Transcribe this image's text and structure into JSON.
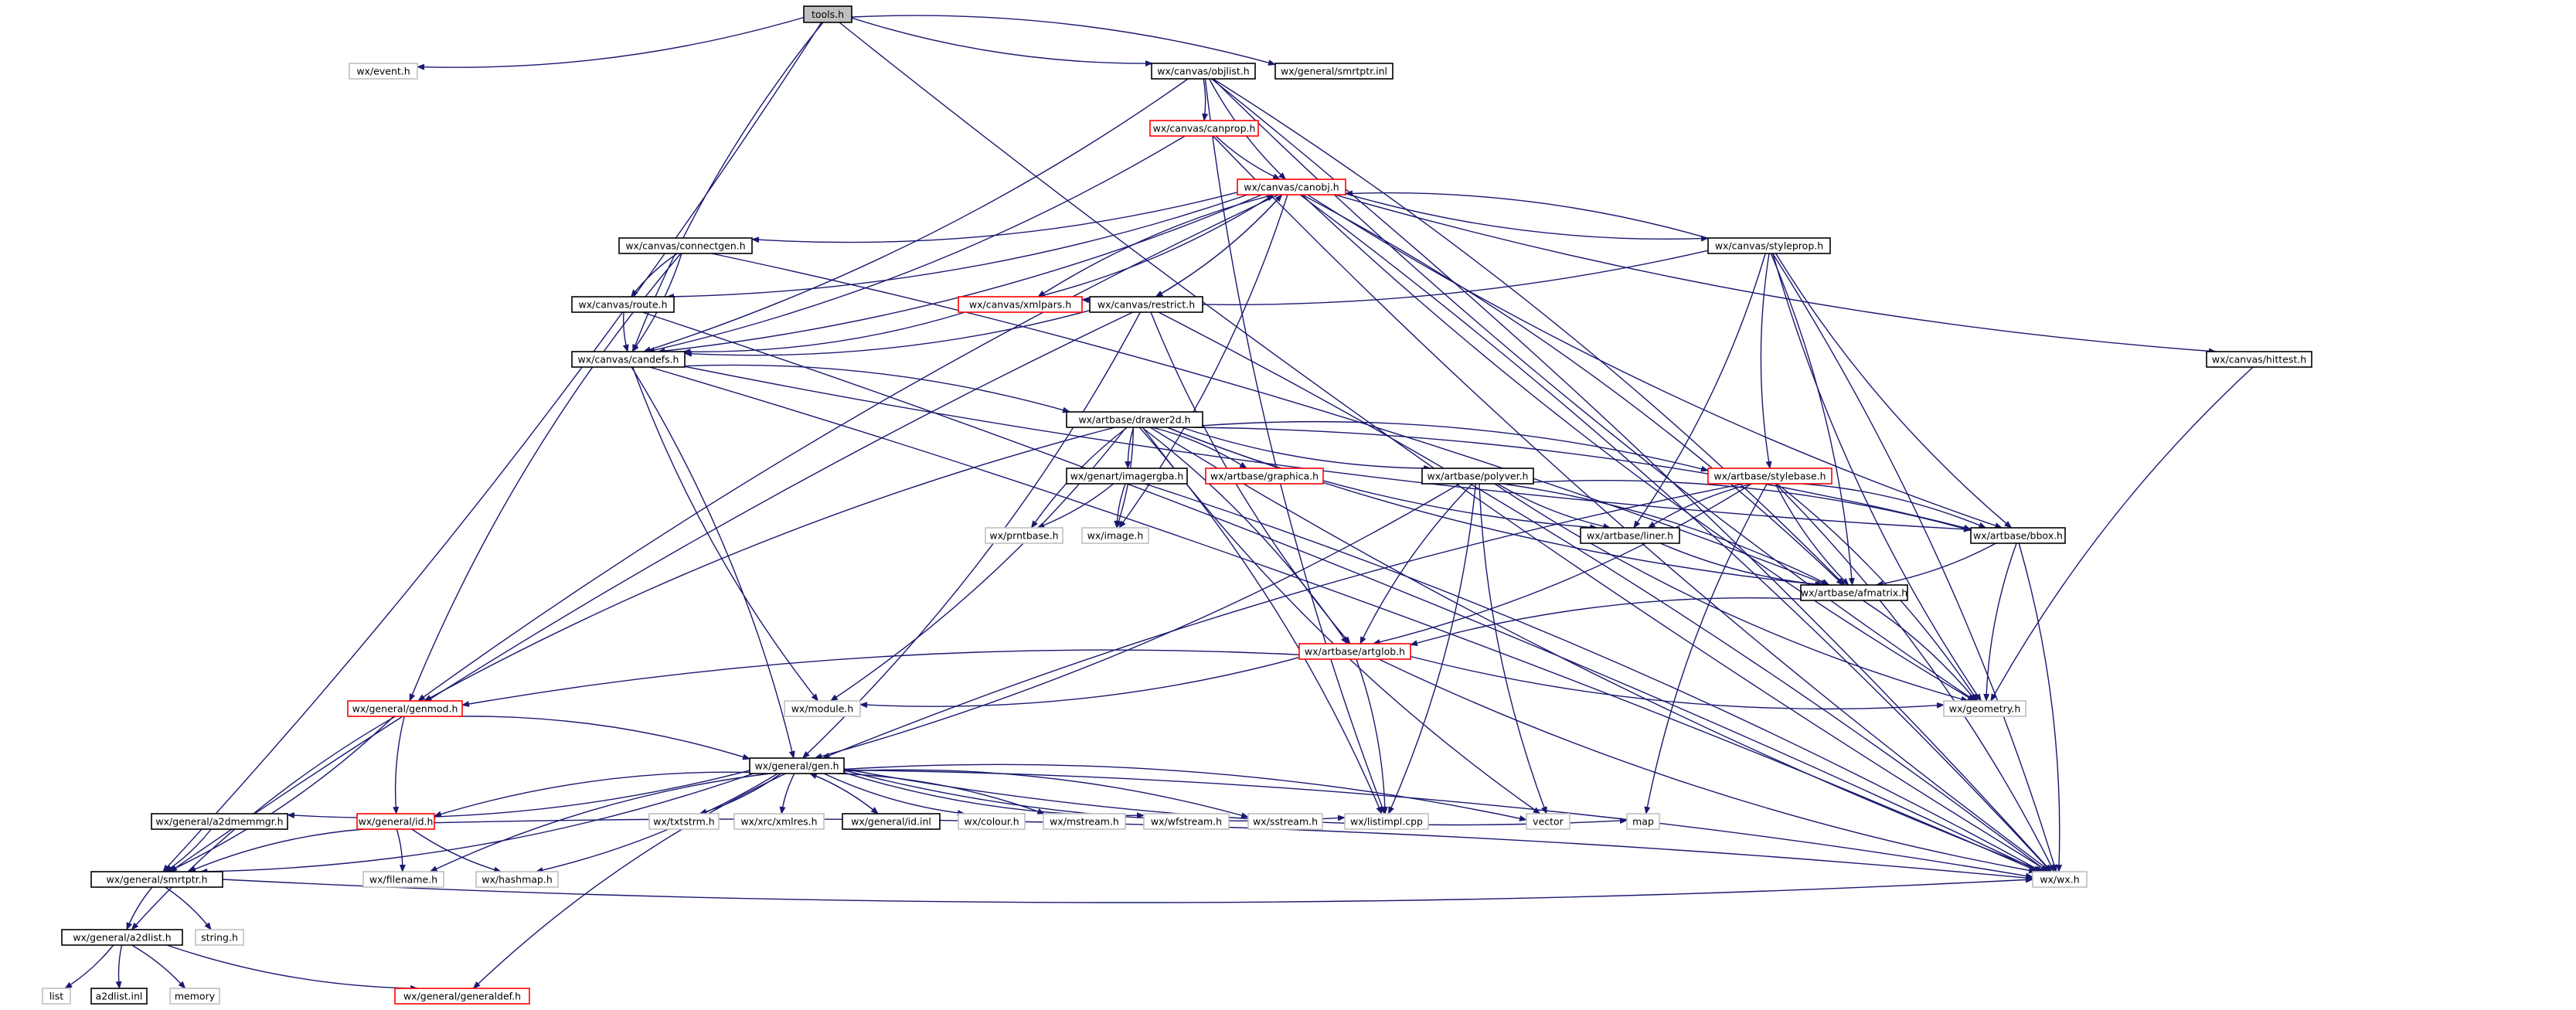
{
  "colors": {
    "edge": "#191970",
    "border_normal": "#000000",
    "border_truncated": "#ff0000",
    "border_external": "#bfbfbf",
    "root_fill": "#bfbfbf"
  },
  "nodes": [
    {
      "id": "tools_h",
      "label": "tools.h",
      "style": "root"
    },
    {
      "id": "wx_event_h",
      "label": "wx/event.h",
      "style": "gray"
    },
    {
      "id": "objlist_h",
      "label": "wx/canvas/objlist.h",
      "style": "black"
    },
    {
      "id": "smrtptr_inl",
      "label": "wx/general/smrtptr.inl",
      "style": "black"
    },
    {
      "id": "canprop_h",
      "label": "wx/canvas/canprop.h",
      "style": "red"
    },
    {
      "id": "canobj_h",
      "label": "wx/canvas/canobj.h",
      "style": "red"
    },
    {
      "id": "connectgen_h",
      "label": "wx/canvas/connectgen.h",
      "style": "black"
    },
    {
      "id": "styleprop_h",
      "label": "wx/canvas/styleprop.h",
      "style": "black"
    },
    {
      "id": "route_h",
      "label": "wx/canvas/route.h",
      "style": "black"
    },
    {
      "id": "xmlpars_h",
      "label": "wx/canvas/xmlpars.h",
      "style": "red"
    },
    {
      "id": "restrict_h",
      "label": "wx/canvas/restrict.h",
      "style": "black"
    },
    {
      "id": "hittest_h",
      "label": "wx/canvas/hittest.h",
      "style": "black"
    },
    {
      "id": "candefs_h",
      "label": "wx/canvas/candefs.h",
      "style": "black"
    },
    {
      "id": "drawer2d_h",
      "label": "wx/artbase/drawer2d.h",
      "style": "black"
    },
    {
      "id": "imagergba_h",
      "label": "wx/genart/imagergba.h",
      "style": "black"
    },
    {
      "id": "graphica_h",
      "label": "wx/artbase/graphica.h",
      "style": "red"
    },
    {
      "id": "polyver_h",
      "label": "wx/artbase/polyver.h",
      "style": "black"
    },
    {
      "id": "stylebase_h",
      "label": "wx/artbase/stylebase.h",
      "style": "red"
    },
    {
      "id": "prntbase_h",
      "label": "wx/prntbase.h",
      "style": "gray"
    },
    {
      "id": "image_h",
      "label": "wx/image.h",
      "style": "gray"
    },
    {
      "id": "liner_h",
      "label": "wx/artbase/liner.h",
      "style": "black"
    },
    {
      "id": "bbox_h",
      "label": "wx/artbase/bbox.h",
      "style": "black"
    },
    {
      "id": "afmatrix_h",
      "label": "wx/artbase/afmatrix.h",
      "style": "black"
    },
    {
      "id": "artglob_h",
      "label": "wx/artbase/artglob.h",
      "style": "red"
    },
    {
      "id": "genmod_h",
      "label": "wx/general/genmod.h",
      "style": "red"
    },
    {
      "id": "module_h",
      "label": "wx/module.h",
      "style": "gray"
    },
    {
      "id": "geometry_h",
      "label": "wx/geometry.h",
      "style": "gray"
    },
    {
      "id": "gen_h",
      "label": "wx/general/gen.h",
      "style": "black"
    },
    {
      "id": "a2dmemmgr_h",
      "label": "wx/general/a2dmemmgr.h",
      "style": "black"
    },
    {
      "id": "id_h",
      "label": "wx/general/id.h",
      "style": "red"
    },
    {
      "id": "txtstrm_h",
      "label": "wx/txtstrm.h",
      "style": "gray"
    },
    {
      "id": "xmlres_h",
      "label": "wx/xrc/xmlres.h",
      "style": "gray"
    },
    {
      "id": "id_inl",
      "label": "wx/general/id.inl",
      "style": "black"
    },
    {
      "id": "colour_h",
      "label": "wx/colour.h",
      "style": "gray"
    },
    {
      "id": "mstream_h",
      "label": "wx/mstream.h",
      "style": "gray"
    },
    {
      "id": "wfstream_h",
      "label": "wx/wfstream.h",
      "style": "gray"
    },
    {
      "id": "sstream_h",
      "label": "wx/sstream.h",
      "style": "gray"
    },
    {
      "id": "listimpl_cpp",
      "label": "wx/listimpl.cpp",
      "style": "gray"
    },
    {
      "id": "vector",
      "label": "vector",
      "style": "gray"
    },
    {
      "id": "map",
      "label": "map",
      "style": "gray"
    },
    {
      "id": "smrtptr_h",
      "label": "wx/general/smrtptr.h",
      "style": "black"
    },
    {
      "id": "filename_h",
      "label": "wx/filename.h",
      "style": "gray"
    },
    {
      "id": "hashmap_h",
      "label": "wx/hashmap.h",
      "style": "gray"
    },
    {
      "id": "wx_h",
      "label": "wx/wx.h",
      "style": "gray"
    },
    {
      "id": "string_h",
      "label": "string.h",
      "style": "gray"
    },
    {
      "id": "a2dlist_h",
      "label": "wx/general/a2dlist.h",
      "style": "black"
    },
    {
      "id": "list",
      "label": "list",
      "style": "gray"
    },
    {
      "id": "a2dlist_inl",
      "label": "a2dlist.inl",
      "style": "black"
    },
    {
      "id": "memory",
      "label": "memory",
      "style": "gray"
    },
    {
      "id": "generaldef_h",
      "label": "wx/general/generaldef.h",
      "style": "red"
    }
  ],
  "edges": [
    [
      "tools_h",
      "wx_event_h"
    ],
    [
      "tools_h",
      "objlist_h"
    ],
    [
      "tools_h",
      "smrtptr_inl"
    ],
    [
      "tools_h",
      "candefs_h"
    ],
    [
      "tools_h",
      "smrtptr_h"
    ],
    [
      "tools_h",
      "wx_h"
    ],
    [
      "objlist_h",
      "canprop_h"
    ],
    [
      "objlist_h",
      "canobj_h"
    ],
    [
      "objlist_h",
      "candefs_h"
    ],
    [
      "objlist_h",
      "listimpl_cpp"
    ],
    [
      "objlist_h",
      "afmatrix_h"
    ],
    [
      "objlist_h",
      "geometry_h"
    ],
    [
      "objlist_h",
      "wx_h"
    ],
    [
      "canprop_h",
      "canobj_h"
    ],
    [
      "canprop_h",
      "candefs_h"
    ],
    [
      "canprop_h",
      "wx_h"
    ],
    [
      "canobj_h",
      "connectgen_h"
    ],
    [
      "canobj_h",
      "styleprop_h"
    ],
    [
      "canobj_h",
      "route_h"
    ],
    [
      "canobj_h",
      "xmlpars_h"
    ],
    [
      "canobj_h",
      "restrict_h"
    ],
    [
      "canobj_h",
      "hittest_h"
    ],
    [
      "canobj_h",
      "candefs_h"
    ],
    [
      "canobj_h",
      "genmod_h"
    ],
    [
      "canobj_h",
      "image_h"
    ],
    [
      "canobj_h",
      "bbox_h"
    ],
    [
      "canobj_h",
      "afmatrix_h"
    ],
    [
      "canobj_h",
      "geometry_h"
    ],
    [
      "canobj_h",
      "wx_h"
    ],
    [
      "connectgen_h",
      "route_h"
    ],
    [
      "connectgen_h",
      "candefs_h"
    ],
    [
      "connectgen_h",
      "genmod_h"
    ],
    [
      "connectgen_h",
      "afmatrix_h"
    ],
    [
      "styleprop_h",
      "canobj_h"
    ],
    [
      "styleprop_h",
      "xmlpars_h"
    ],
    [
      "styleprop_h",
      "stylebase_h"
    ],
    [
      "styleprop_h",
      "liner_h"
    ],
    [
      "styleprop_h",
      "bbox_h"
    ],
    [
      "styleprop_h",
      "afmatrix_h"
    ],
    [
      "styleprop_h",
      "geometry_h"
    ],
    [
      "styleprop_h",
      "wx_h"
    ],
    [
      "route_h",
      "candefs_h"
    ],
    [
      "route_h",
      "wx_h"
    ],
    [
      "xmlpars_h",
      "canobj_h"
    ],
    [
      "xmlpars_h",
      "candefs_h"
    ],
    [
      "restrict_h",
      "canobj_h"
    ],
    [
      "restrict_h",
      "candefs_h"
    ],
    [
      "restrict_h",
      "artglob_h"
    ],
    [
      "restrict_h",
      "gen_h"
    ],
    [
      "restrict_h",
      "smrtptr_h"
    ],
    [
      "restrict_h",
      "wx_h"
    ],
    [
      "hittest_h",
      "geometry_h"
    ],
    [
      "candefs_h",
      "drawer2d_h"
    ],
    [
      "candefs_h",
      "module_h"
    ],
    [
      "candefs_h",
      "gen_h"
    ],
    [
      "candefs_h",
      "bbox_h"
    ],
    [
      "candefs_h",
      "wx_h"
    ],
    [
      "drawer2d_h",
      "imagergba_h"
    ],
    [
      "drawer2d_h",
      "graphica_h"
    ],
    [
      "drawer2d_h",
      "polyver_h"
    ],
    [
      "drawer2d_h",
      "stylebase_h"
    ],
    [
      "drawer2d_h",
      "prntbase_h"
    ],
    [
      "drawer2d_h",
      "image_h"
    ],
    [
      "drawer2d_h",
      "liner_h"
    ],
    [
      "drawer2d_h",
      "bbox_h"
    ],
    [
      "drawer2d_h",
      "afmatrix_h"
    ],
    [
      "drawer2d_h",
      "artglob_h"
    ],
    [
      "drawer2d_h",
      "genmod_h"
    ],
    [
      "drawer2d_h",
      "module_h"
    ],
    [
      "drawer2d_h",
      "vector"
    ],
    [
      "drawer2d_h",
      "listimpl_cpp"
    ],
    [
      "drawer2d_h",
      "wx_h"
    ],
    [
      "imagergba_h",
      "prntbase_h"
    ],
    [
      "imagergba_h",
      "image_h"
    ],
    [
      "imagergba_h",
      "wx_h"
    ],
    [
      "polyver_h",
      "liner_h"
    ],
    [
      "polyver_h",
      "afmatrix_h"
    ],
    [
      "polyver_h",
      "artglob_h"
    ],
    [
      "polyver_h",
      "gen_h"
    ],
    [
      "polyver_h",
      "geometry_h"
    ],
    [
      "polyver_h",
      "bbox_h"
    ],
    [
      "polyver_h",
      "vector"
    ],
    [
      "polyver_h",
      "listimpl_cpp"
    ],
    [
      "stylebase_h",
      "liner_h"
    ],
    [
      "stylebase_h",
      "bbox_h"
    ],
    [
      "stylebase_h",
      "afmatrix_h"
    ],
    [
      "stylebase_h",
      "artglob_h"
    ],
    [
      "stylebase_h",
      "gen_h"
    ],
    [
      "stylebase_h",
      "geometry_h"
    ],
    [
      "stylebase_h",
      "map"
    ],
    [
      "stylebase_h",
      "wx_h"
    ],
    [
      "liner_h",
      "afmatrix_h"
    ],
    [
      "bbox_h",
      "afmatrix_h"
    ],
    [
      "bbox_h",
      "geometry_h"
    ],
    [
      "bbox_h",
      "wx_h"
    ],
    [
      "afmatrix_h",
      "artglob_h"
    ],
    [
      "afmatrix_h",
      "geometry_h"
    ],
    [
      "artglob_h",
      "genmod_h"
    ],
    [
      "artglob_h",
      "module_h"
    ],
    [
      "artglob_h",
      "geometry_h"
    ],
    [
      "artglob_h",
      "listimpl_cpp"
    ],
    [
      "artglob_h",
      "wx_h"
    ],
    [
      "genmod_h",
      "gen_h"
    ],
    [
      "genmod_h",
      "id_h"
    ],
    [
      "genmod_h",
      "smrtptr_h"
    ],
    [
      "genmod_h",
      "a2dlist_h"
    ],
    [
      "gen_h",
      "a2dmemmgr_h"
    ],
    [
      "gen_h",
      "id_h"
    ],
    [
      "gen_h",
      "txtstrm_h"
    ],
    [
      "gen_h",
      "xmlres_h"
    ],
    [
      "gen_h",
      "id_inl"
    ],
    [
      "gen_h",
      "colour_h"
    ],
    [
      "gen_h",
      "mstream_h"
    ],
    [
      "gen_h",
      "wfstream_h"
    ],
    [
      "gen_h",
      "sstream_h"
    ],
    [
      "gen_h",
      "listimpl_cpp"
    ],
    [
      "gen_h",
      "vector"
    ],
    [
      "gen_h",
      "map"
    ],
    [
      "gen_h",
      "smrtptr_h"
    ],
    [
      "gen_h",
      "filename_h"
    ],
    [
      "gen_h",
      "hashmap_h"
    ],
    [
      "gen_h",
      "generaldef_h"
    ],
    [
      "gen_h",
      "wx_h"
    ],
    [
      "id_inl",
      "gen_h"
    ],
    [
      "a2dmemmgr_h",
      "smrtptr_h"
    ],
    [
      "id_h",
      "smrtptr_h"
    ],
    [
      "id_h",
      "filename_h"
    ],
    [
      "id_h",
      "hashmap_h"
    ],
    [
      "id_h",
      "wx_h"
    ],
    [
      "smrtptr_h",
      "a2dlist_h"
    ],
    [
      "smrtptr_h",
      "string_h"
    ],
    [
      "smrtptr_h",
      "wx_h"
    ],
    [
      "a2dlist_h",
      "list"
    ],
    [
      "a2dlist_h",
      "a2dlist_inl"
    ],
    [
      "a2dlist_h",
      "memory"
    ],
    [
      "a2dlist_h",
      "generaldef_h"
    ]
  ]
}
